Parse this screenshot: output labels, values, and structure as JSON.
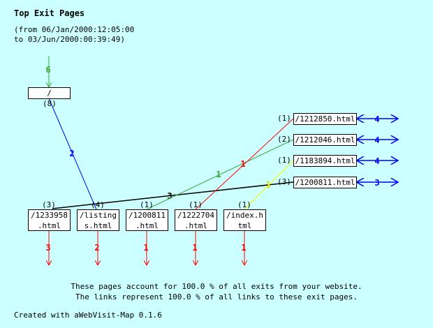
{
  "title": "Top Exit Pages",
  "range_from": "(from 06/Jan/2000:12:05:00",
  "range_to": "to 03/Jun/2000:00:39:49)",
  "root": {
    "label": "/",
    "count": "(8)",
    "entry": "6"
  },
  "bottom_pages": [
    {
      "line1": "/1233958",
      "line2": ".html",
      "count": "(3)",
      "exit": "3"
    },
    {
      "line1": "/listing",
      "line2": "s.html",
      "count": "(4)",
      "exit": "2"
    },
    {
      "line1": "/1200811",
      "line2": ".html",
      "count": "(1)",
      "exit": "1"
    },
    {
      "line1": "/1222704",
      "line2": ".html",
      "count": "(1)",
      "exit": "1"
    },
    {
      "line1": "/index.h",
      "line2": "tml",
      "count": "(1)",
      "exit": "1"
    }
  ],
  "right_pages": [
    {
      "label": "/1212850.html",
      "count": "(1)",
      "link": "4"
    },
    {
      "label": "/1212046.html",
      "count": "(2)",
      "link": "4"
    },
    {
      "label": "/1183894.html",
      "count": "(1)",
      "link": "4"
    },
    {
      "label": "/1200811.html",
      "count": "(3)",
      "link": "3"
    }
  ],
  "links": [
    {
      "from": "/",
      "to": "/listings.html",
      "value": "2",
      "color": "#0000ff"
    },
    {
      "from": "/1200811.html",
      "to": "/1233958.html",
      "value": "3",
      "color": "#000000"
    },
    {
      "from": "/1212046.html",
      "to": "/1200811.html",
      "value": "1",
      "color": "#33aa33"
    },
    {
      "from": "/1212850.html",
      "to": "/1222704.html",
      "value": "1",
      "color": "#ff0000"
    },
    {
      "from": "/1183894.html",
      "to": "/index.html",
      "value": "1",
      "color": "#ffff00"
    }
  ],
  "footer_line1": "These pages account for 100.0 % of all exits from your website.",
  "footer_line2": "The links represent 100.0 % of all links to these exit pages.",
  "credit": "Created with aWebVisit-Map 0.1.6"
}
